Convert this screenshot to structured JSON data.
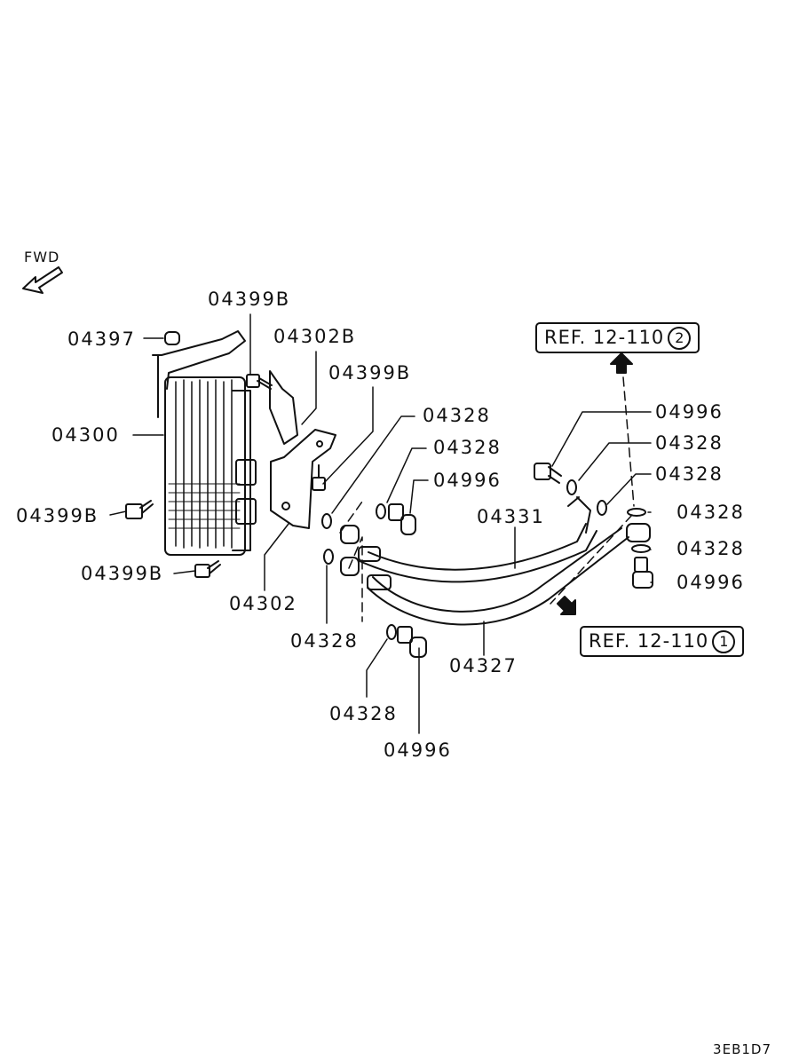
{
  "fwd_label": "FWD",
  "diagram_code": "3EB1D7",
  "refs": [
    {
      "text": "REF. 12-110",
      "num": "2"
    },
    {
      "text": "REF. 12-110",
      "num": "1"
    }
  ],
  "labels": {
    "p04399b_top": "04399B",
    "p04397": "04397",
    "p04302b": "04302B",
    "p04399b_mid": "04399B",
    "p04300": "04300",
    "p04399b_left": "04399B",
    "p04399b_bottom": "04399B",
    "p04302": "04302",
    "p04328_a": "04328",
    "p04328_b": "04328",
    "p04996_a": "04996",
    "p04331": "04331",
    "p04328_c": "04328",
    "p04327": "04327",
    "p04328_d": "04328",
    "p04996_b": "04996",
    "p04996_r1": "04996",
    "p04328_r1": "04328",
    "p04328_r2": "04328",
    "p04328_r3": "04328",
    "p04328_r4": "04328",
    "p04996_r2": "04996"
  }
}
